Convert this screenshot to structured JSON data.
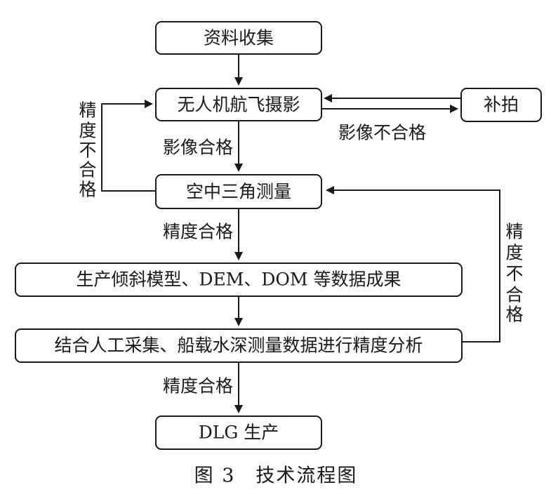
{
  "nodes": {
    "data_collection": "资料收集",
    "uav_photography": "无人机航飞摄影",
    "rephotograph": "补拍",
    "aerial_triangulation": "空中三角测量",
    "produce_models": "生产倾斜模型、DEM、DOM 等数据成果",
    "accuracy_analysis": "结合人工采集、船载水深测量数据进行精度分析",
    "dlg_production": "DLG 生产"
  },
  "edge_labels": {
    "image_qualified": "影像合格",
    "image_unqualified": "影像不合格",
    "accuracy_unqualified_left": [
      "精",
      "度",
      "不",
      "合",
      "格"
    ],
    "accuracy_qualified_1": "精度合格",
    "accuracy_unqualified_right": [
      "精",
      "度",
      "不",
      "合",
      "格"
    ],
    "accuracy_qualified_2": "精度合格"
  },
  "caption": "图 3　技术流程图"
}
